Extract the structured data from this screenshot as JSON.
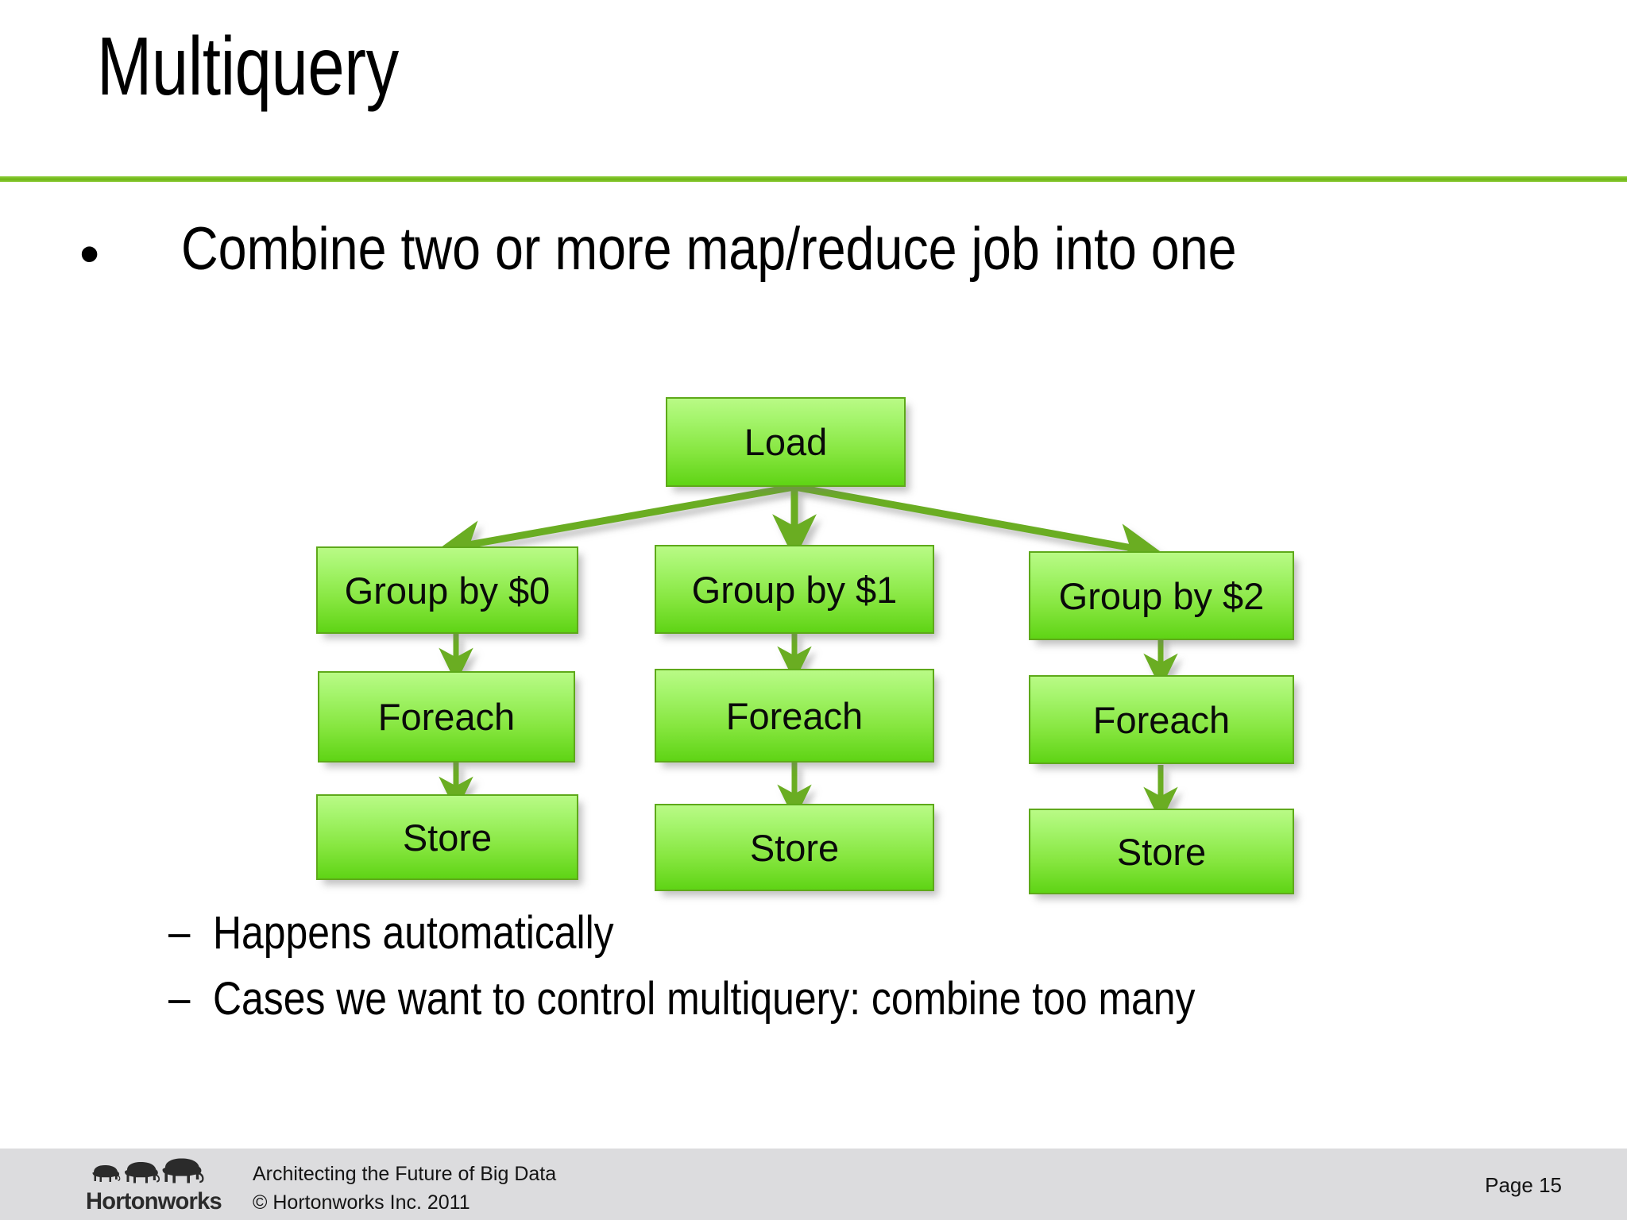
{
  "slide": {
    "title": "Multiquery",
    "accent_color": "#76bc21",
    "node_fill_top": "#b9fa86",
    "node_fill_bottom": "#5fd415",
    "node_border": "#5ea91a",
    "arrow_color": "#6aad22"
  },
  "body": {
    "bullet_marker": "•",
    "bullet_text": "Combine two or more map/reduce job into one",
    "sub_marker": "–",
    "sub_bullets": [
      "Happens automatically",
      "Cases we want to control multiquery: combine too many"
    ]
  },
  "diagram": {
    "type": "flowchart",
    "root": {
      "label": "Load"
    },
    "branches": [
      {
        "group": "Group by $0",
        "foreach": "Foreach",
        "store": "Store"
      },
      {
        "group": "Group by $1",
        "foreach": "Foreach",
        "store": "Store"
      },
      {
        "group": "Group by $2",
        "foreach": "Foreach",
        "store": "Store"
      }
    ]
  },
  "footer": {
    "logo_word": "Hortonworks",
    "tagline": "Architecting the Future of Big Data",
    "copyright": "© Hortonworks Inc. 2011",
    "page_label": "Page 15"
  }
}
